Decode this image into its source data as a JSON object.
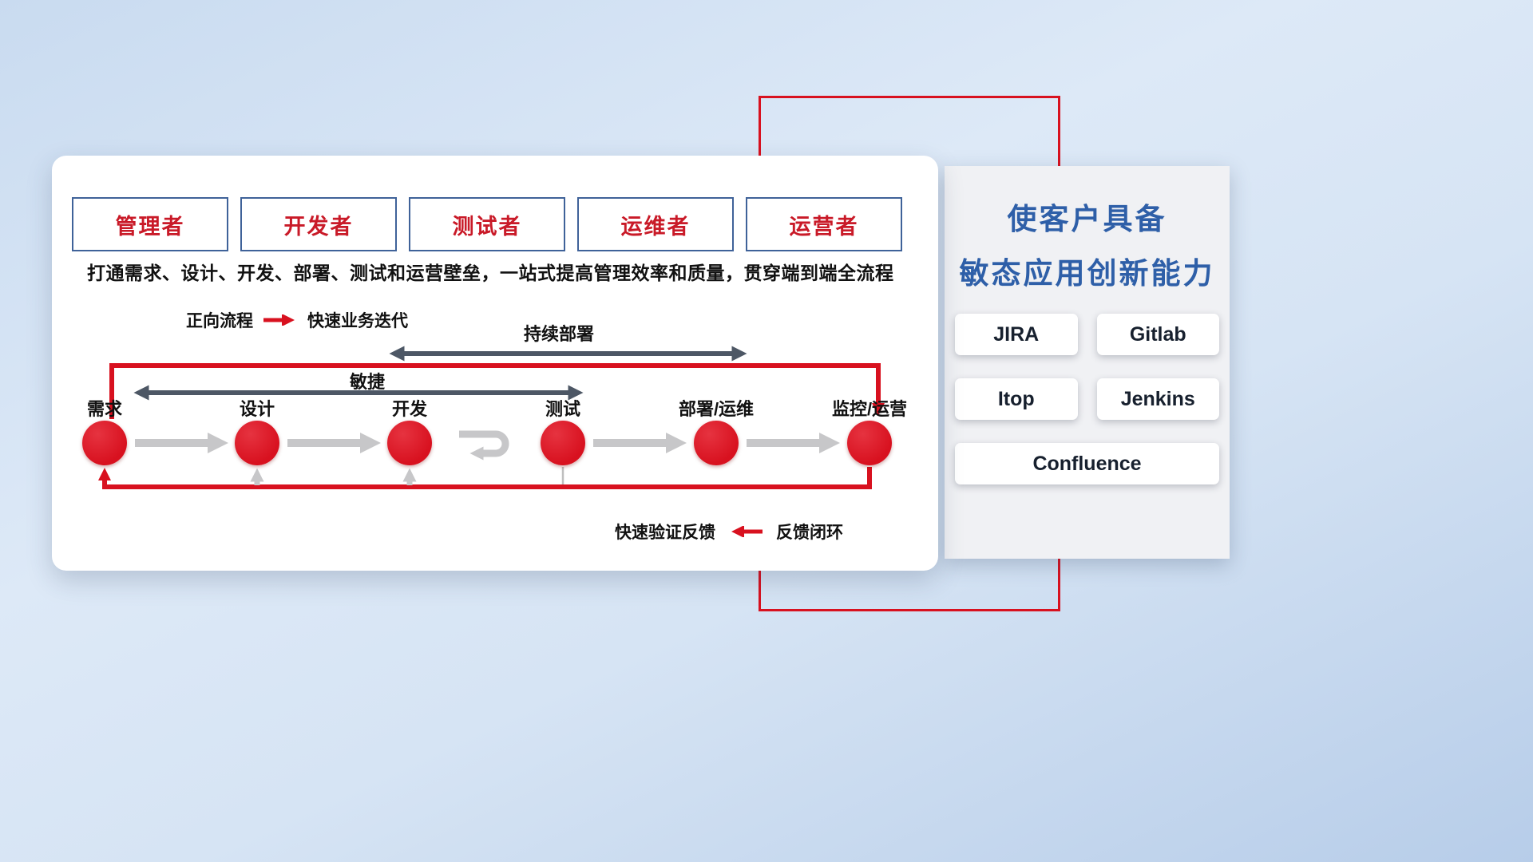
{
  "colors": {
    "red": "#d8111f",
    "dark_arrow": "#4d5765",
    "gray_arrow": "#c7c7c9",
    "title_blue": "#2e5fa8",
    "role_border": "#3f6299",
    "role_text": "#c91a28",
    "panel_bg": "#ffffff",
    "side_panel_bg": "#f0f1f4",
    "tool_text": "#17202e"
  },
  "main_panel": {
    "roles": [
      {
        "label": "管理者"
      },
      {
        "label": "开发者"
      },
      {
        "label": "测试者"
      },
      {
        "label": "运维者"
      },
      {
        "label": "运营者"
      }
    ],
    "description": "打通需求、设计、开发、部署、测试和运营壁垒，一站式提高管理效率和质量，贯穿端到端全流程",
    "legend_forward": {
      "label": "正向流程",
      "value": "快速业务迭代"
    },
    "arrow_continuous": "持续部署",
    "arrow_agile": "敏捷",
    "stages": [
      "需求",
      "设计",
      "开发",
      "测试",
      "部署/运维",
      "监控/运营"
    ],
    "legend_feedback": {
      "label": "快速验证反馈",
      "value": "反馈闭环"
    }
  },
  "right_panel": {
    "title_line1": "使客户具备",
    "title_line2": "敏态应用创新能力",
    "tools": [
      "JIRA",
      "Gitlab",
      "Itop",
      "Jenkins",
      "Confluence"
    ]
  }
}
